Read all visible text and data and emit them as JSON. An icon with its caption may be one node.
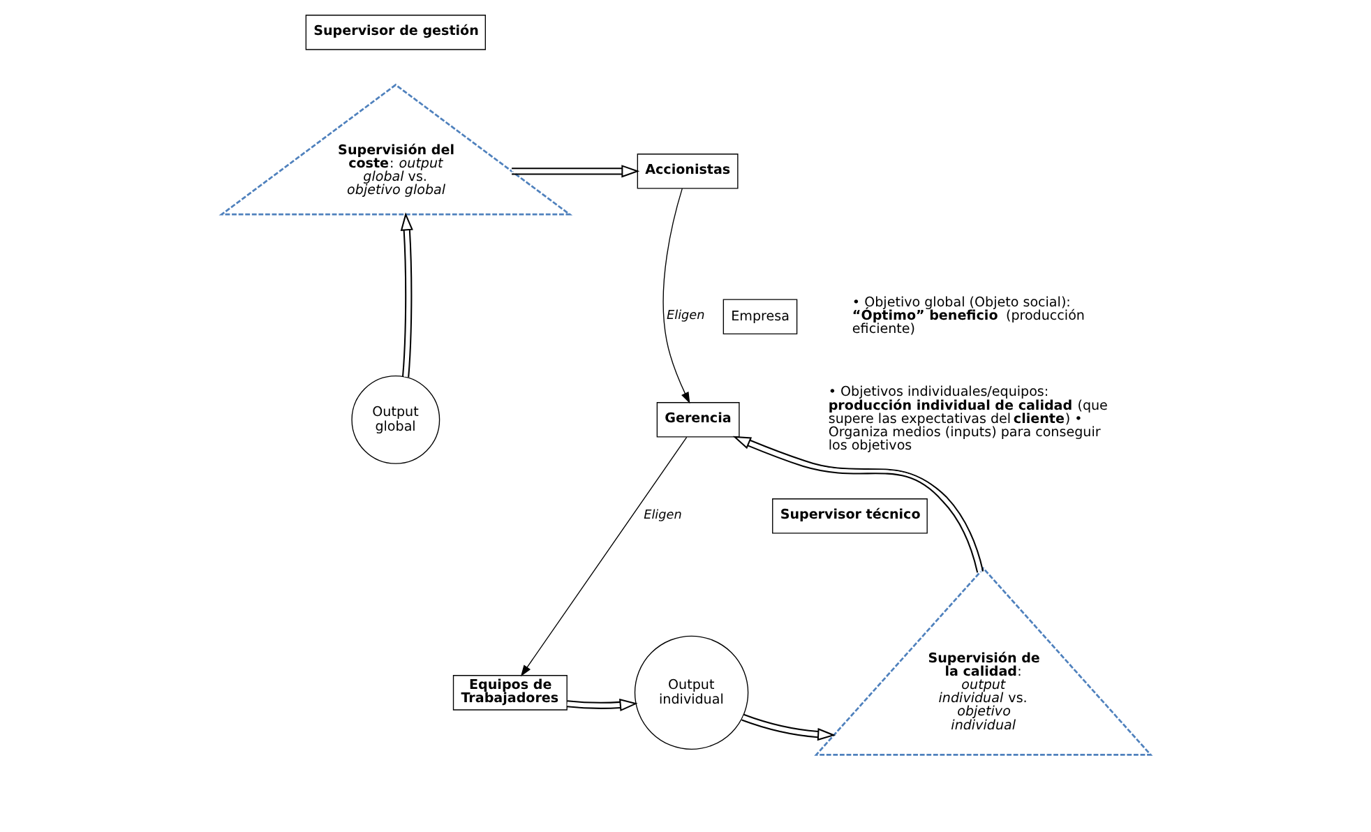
{
  "diagram": {
    "nodes": [
      {
        "text": [
          "Supervisor de gestión"
        ]
      },
      {
        "text": [
          "**Supervisión del coste**: *output global* vs. *objetivo global*"
        ]
      },
      {
        "text": [
          "Accionistas"
        ]
      },
      {
        "text": [
          "Empresa"
        ]
      },
      {
        "text": [
          "Gerencia"
        ]
      },
      {
        "text": [
          "Output global"
        ]
      },
      {
        "text": [
          "Supervisor técnico"
        ]
      },
      {
        "text": [
          "**Supervisión de la calidad**: *output individual* vs. *objetivo individual*"
        ]
      },
      {
        "text": [
          "Equipos de Trabajadores"
        ]
      },
      {
        "text": [
          "Output individual"
        ]
      }
    ],
    "edges": [
      {
        "from": 1,
        "to": 2,
        "arrow": "to"
      },
      {
        "from": 2,
        "to": 4,
        "arrow": "to",
        "label": "Eligen"
      },
      {
        "from": 4,
        "to": 8,
        "arrow": "to",
        "label": "Eligen"
      },
      {
        "from": 5,
        "to": 1,
        "arrow": "to"
      },
      {
        "from": 7,
        "to": 4,
        "arrow": "to"
      },
      {
        "from": 8,
        "to": 9,
        "arrow": "to"
      },
      {
        "from": 9,
        "to": 7,
        "arrow": "to"
      }
    ],
    "labels": [
      "• Objetivo global (Objeto social): **“Óptimo” beneficio** (producción eficiente)",
      "• Objetivos individuales/equipos: **producción individual de calidad** (que supere las expectativas del **cliente**) • Organiza medios (inputs) para conseguir los objetivos"
    ]
  }
}
